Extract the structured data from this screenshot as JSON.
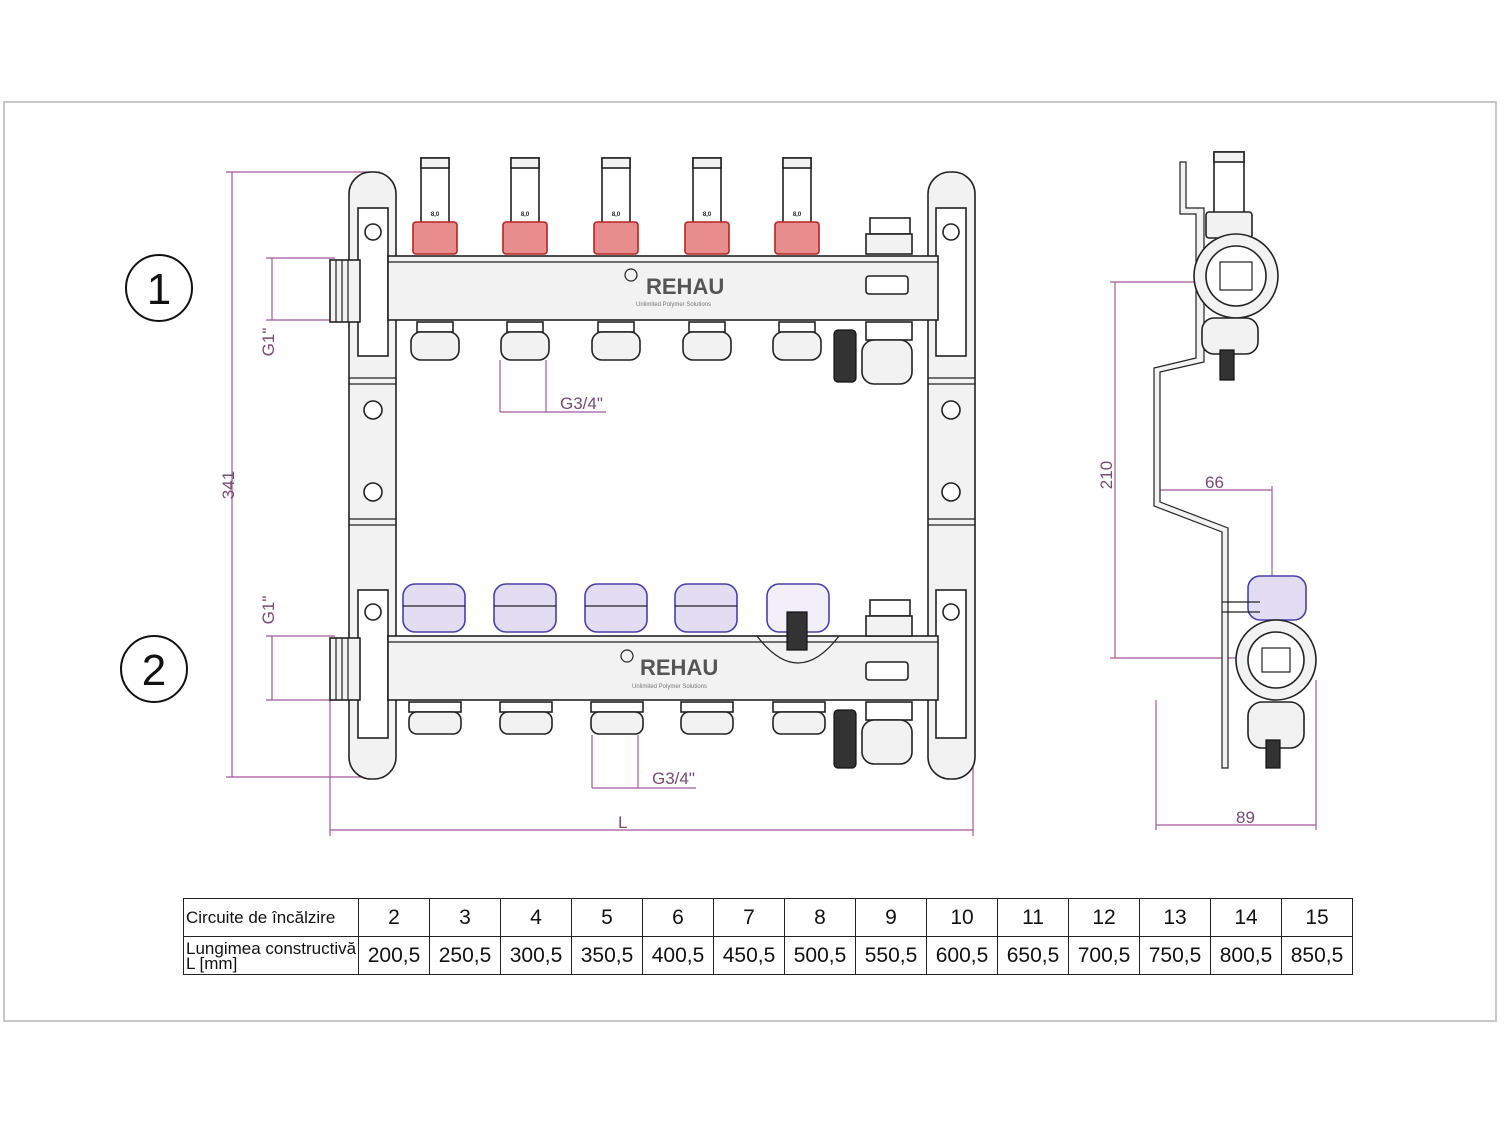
{
  "labels": {
    "top": "1",
    "bottom": "2"
  },
  "brand": {
    "name": "REHAU",
    "tagline": "Unlimited Polymer Solutions"
  },
  "dimensions": {
    "overall_height": "341",
    "thread_top": "G1\"",
    "thread_bottom": "G1\"",
    "outlet_top": "G3/4\"",
    "outlet_bottom": "G3/4\"",
    "length": "L",
    "side_height": "210",
    "side_offset": "66",
    "side_depth": "89"
  },
  "flow_meter_value": "8,0",
  "table": {
    "row1_label": "Circuite de încălzire",
    "row2_label_line1": "Lungimea constructivă",
    "row2_label_line2": "L [mm]",
    "circuits": [
      "2",
      "3",
      "4",
      "5",
      "6",
      "7",
      "8",
      "9",
      "10",
      "11",
      "12",
      "13",
      "14",
      "15"
    ],
    "lengths": [
      "200,5",
      "250,5",
      "300,5",
      "350,5",
      "400,5",
      "450,5",
      "500,5",
      "550,5",
      "600,5",
      "650,5",
      "700,5",
      "750,5",
      "800,5",
      "850,5"
    ]
  },
  "colors": {
    "dimension": "#a4579c",
    "supply": "#e88d8d",
    "return": "#4a3fae"
  }
}
